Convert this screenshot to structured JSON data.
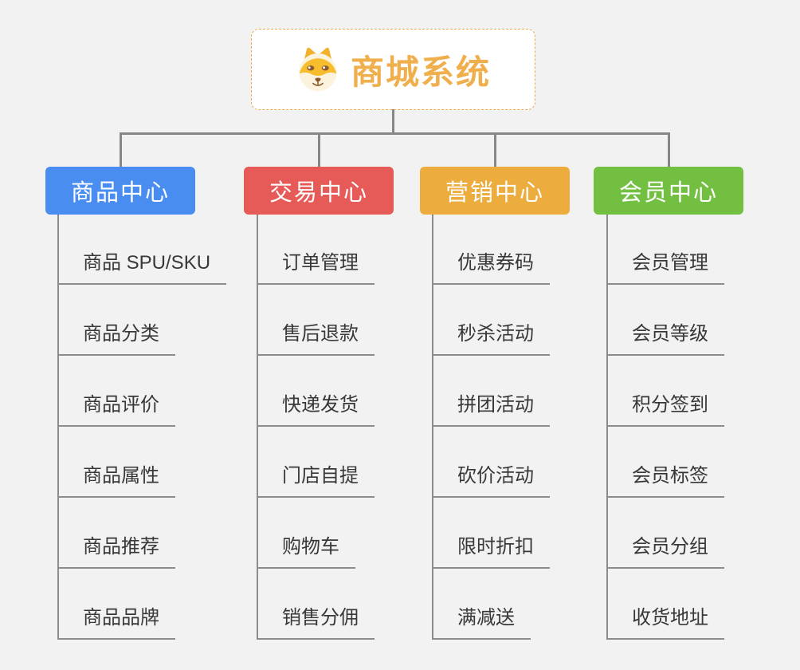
{
  "root": {
    "title": "商城系统",
    "icon": "doge-icon"
  },
  "colors": {
    "background": "#F2F2F2",
    "root_border": "#F0A74F",
    "root_text": "#F0AF4D",
    "connector": "#878787",
    "underline": "#8C8C8C",
    "leaf_text": "#383838"
  },
  "branches": [
    {
      "label": "商品中心",
      "color": "#4A8DF0",
      "items": [
        "商品 SPU/SKU",
        "商品分类",
        "商品评价",
        "商品属性",
        "商品推荐",
        "商品品牌"
      ]
    },
    {
      "label": "交易中心",
      "color": "#E65B57",
      "items": [
        "订单管理",
        "售后退款",
        "快递发货",
        "门店自提",
        "购物车",
        "销售分佣"
      ]
    },
    {
      "label": "营销中心",
      "color": "#EDAD3E",
      "items": [
        "优惠券码",
        "秒杀活动",
        "拼团活动",
        "砍价活动",
        "限时折扣",
        "满减送"
      ]
    },
    {
      "label": "会员中心",
      "color": "#73BF42",
      "items": [
        "会员管理",
        "会员等级",
        "积分签到",
        "会员标签",
        "会员分组",
        "收货地址"
      ]
    }
  ]
}
